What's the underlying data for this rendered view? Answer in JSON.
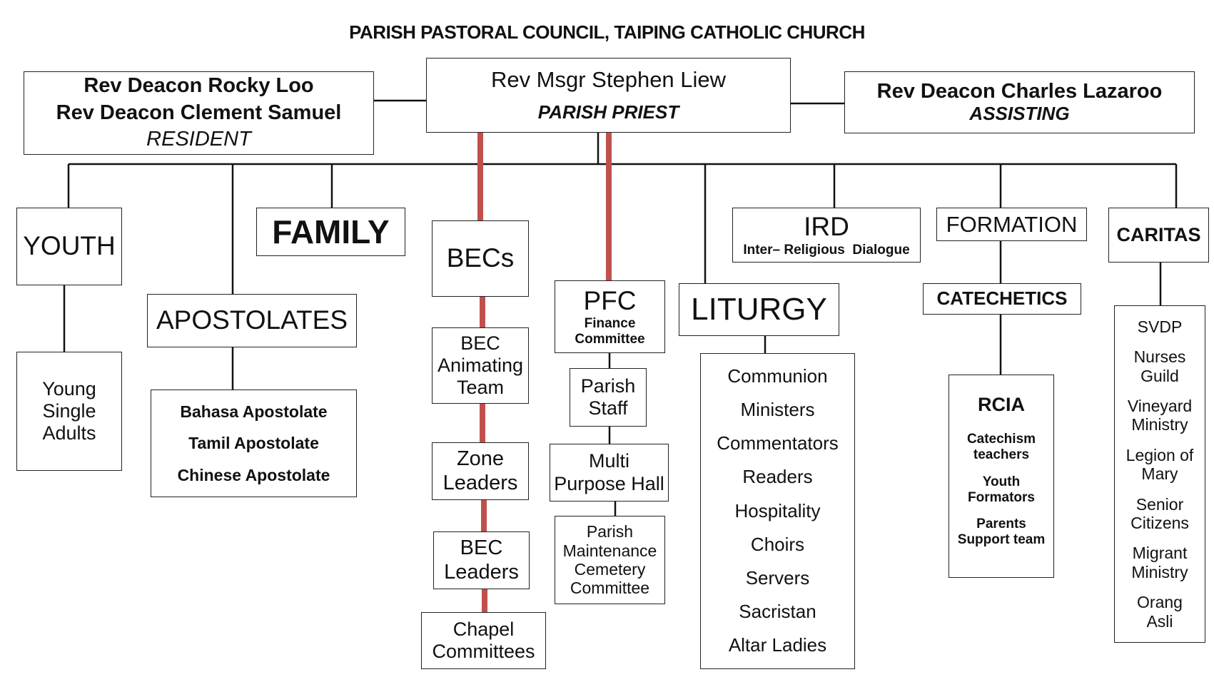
{
  "title": "PARISH PASTORAL COUNCIL, TAIPING CATHOLIC CHURCH",
  "priest": {
    "name": "Rev Msgr Stephen Liew",
    "role": "PARISH PRIEST"
  },
  "resident": {
    "line1": "Rev Deacon Rocky Loo",
    "line2": "Rev Deacon Clement Samuel",
    "role": "RESIDENT"
  },
  "assisting": {
    "name": "Rev Deacon Charles Lazaroo",
    "role": "ASSISTING"
  },
  "youth": {
    "label": "YOUTH",
    "sub": [
      "Young",
      "Single",
      "Adults"
    ]
  },
  "family": {
    "label": "FAMILY"
  },
  "apostolates": {
    "label": "APOSTOLATES",
    "items": [
      "Bahasa Apostolate",
      "Tamil Apostolate",
      "Chinese Apostolate"
    ]
  },
  "becs": {
    "label": "BECs",
    "animating": [
      "BEC",
      "Animating",
      "Team"
    ],
    "zone": [
      "Zone",
      "Leaders"
    ],
    "leaders": [
      "BEC",
      "Leaders"
    ],
    "chapel": [
      "Chapel",
      "Committees"
    ]
  },
  "pfc": {
    "label": "PFC",
    "sub": [
      "Finance",
      "Committee"
    ],
    "staff": [
      "Parish",
      "Staff"
    ],
    "hall": [
      "Multi",
      "Purpose Hall"
    ],
    "maint": [
      "Parish",
      "Maintenance",
      "Cemetery",
      "Committee"
    ]
  },
  "liturgy": {
    "label": "LITURGY",
    "items": [
      "Communion",
      "Ministers",
      "Commentators",
      "Readers",
      "Hospitality",
      "Choirs",
      "Servers",
      "Sacristan",
      "Altar Ladies"
    ]
  },
  "ird": {
    "label": "IRD",
    "sub": "Inter– Religious  Dialogue"
  },
  "formation": {
    "label": "FORMATION",
    "catechetics": "CATECHETICS",
    "rcia": "RCIA",
    "items": [
      [
        "Catechism",
        "teachers"
      ],
      [
        "Youth",
        "Formators"
      ],
      [
        "Parents",
        "Support team"
      ]
    ]
  },
  "caritas": {
    "label": "CARITAS",
    "items": [
      [
        "SVDP"
      ],
      [
        "Nurses",
        "Guild"
      ],
      [
        "Vineyard",
        "Ministry"
      ],
      [
        "Legion of",
        "Mary"
      ],
      [
        "Senior",
        "Citizens"
      ],
      [
        "Migrant",
        "Ministry"
      ],
      [
        "Orang",
        "Asli"
      ]
    ]
  },
  "colors": {
    "line": "#111111",
    "red_line": "#c0504d"
  }
}
